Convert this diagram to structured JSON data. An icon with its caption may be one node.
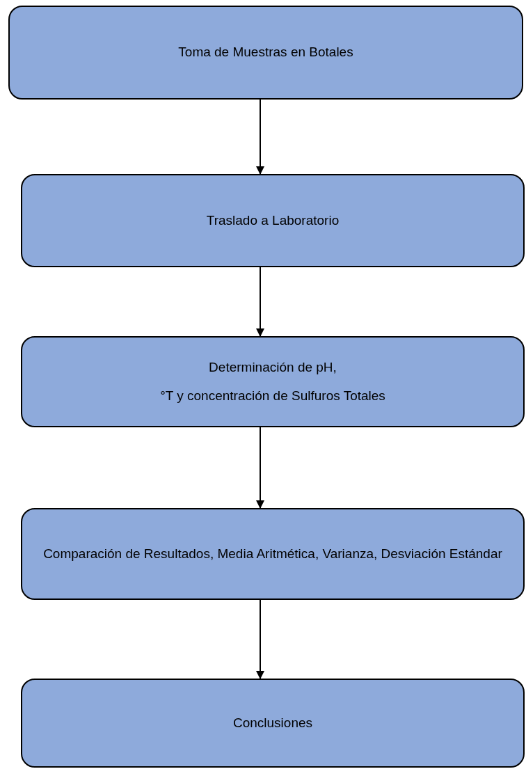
{
  "diagram": {
    "nodes": [
      {
        "text": [
          "Toma de Muestras en Botales"
        ]
      },
      {
        "text": [
          "Traslado a Laboratorio"
        ]
      },
      {
        "text": [
          "Determinación de pH,",
          "°T y concentración de Sulfuros Totales"
        ]
      },
      {
        "text": [
          "Comparación de Resultados, Media Aritmética, Varianza, Desviación Estándar"
        ]
      },
      {
        "text": [
          "Conclusiones"
        ]
      }
    ],
    "edges": [
      {
        "from": 0,
        "to": 1,
        "arrow": "to"
      },
      {
        "from": 1,
        "to": 2,
        "arrow": "to"
      },
      {
        "from": 2,
        "to": 3,
        "arrow": "to"
      },
      {
        "from": 3,
        "to": 4,
        "arrow": "to"
      }
    ]
  }
}
